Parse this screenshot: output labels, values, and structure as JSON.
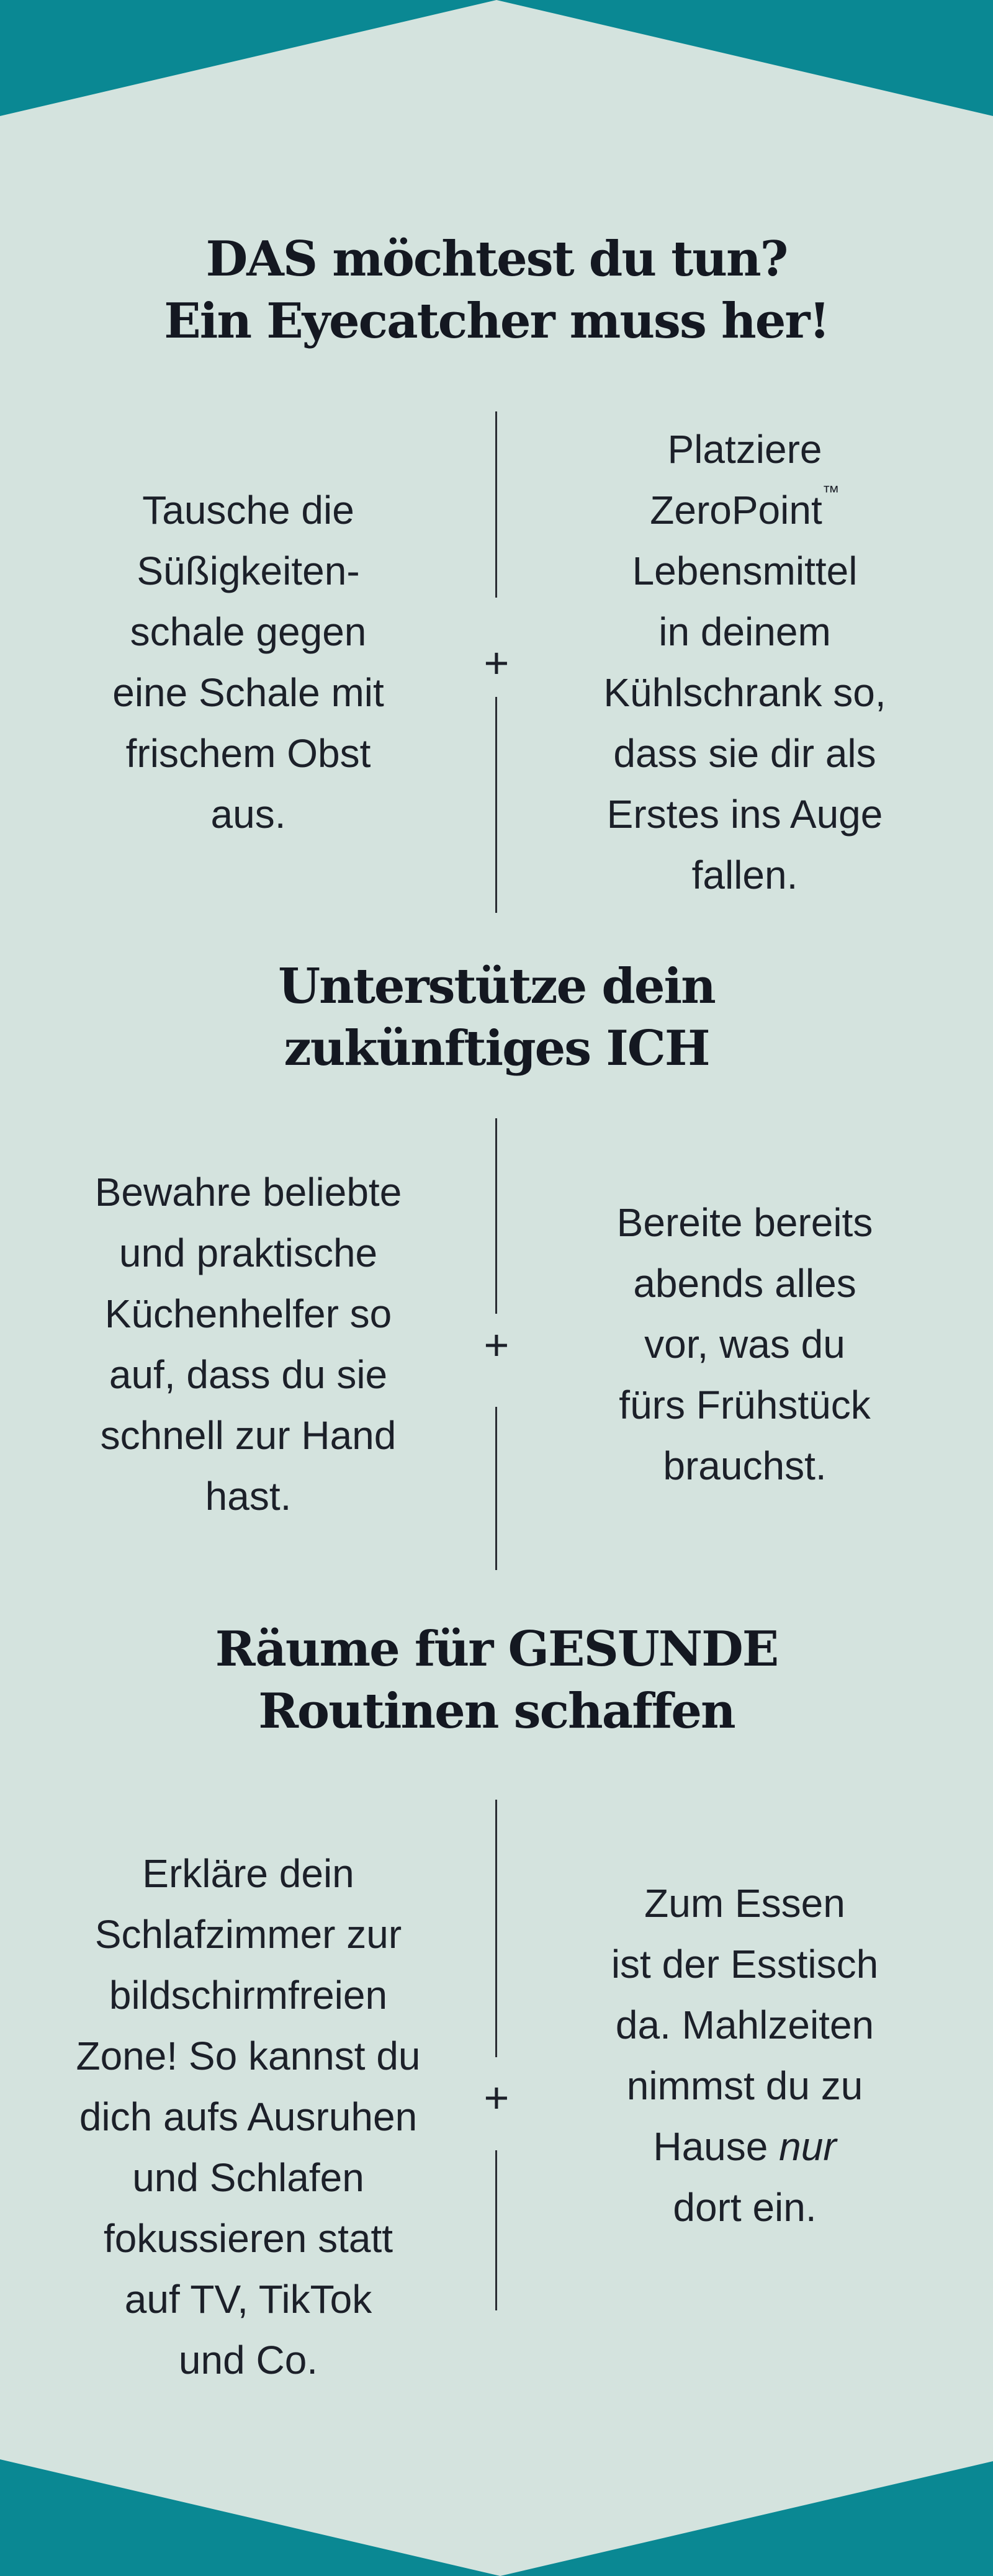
{
  "colors": {
    "background": "#d4e3de",
    "accent": "#0a8893",
    "text": "#141821"
  },
  "sections": [
    {
      "title": [
        "DAS möchtest du tun?",
        "Ein Eyecatcher muss her!"
      ],
      "left": [
        "Tausche die",
        "Süßigkeiten-",
        "schale gegen",
        "eine Schale mit",
        "frischem Obst",
        "aus."
      ],
      "right": [
        "Platziere",
        "ZeroPoint",
        "Lebensmittel",
        "in deinem",
        "Kühlschrank so,",
        "dass sie dir als",
        "Erstes ins Auge",
        "fallen."
      ],
      "trademark": "™",
      "separator": "+"
    },
    {
      "title": [
        "Unterstütze dein",
        "zukünftiges ICH"
      ],
      "left": [
        "Bewahre beliebte",
        "und praktische",
        "Küchenhelfer so",
        "auf, dass du sie",
        "schnell zur Hand",
        "hast."
      ],
      "right": [
        "Bereite bereits",
        "abends alles",
        "vor, was du",
        "fürs Frühstück",
        "brauchst."
      ],
      "separator": "+"
    },
    {
      "title": [
        "Räume für GESUNDE",
        "Routinen schaffen"
      ],
      "left": [
        "Erkläre dein",
        "Schlafzimmer zur",
        "bildschirmfreien",
        "Zone! So kannst du",
        "dich aufs Ausruhen",
        "und Schlafen",
        "fokussieren statt",
        "auf TV, TikTok",
        "und Co."
      ],
      "right": [
        "Zum Essen",
        "ist der Esstisch",
        "da. Mahlzeiten",
        "nimmst du zu",
        "Hause ",
        "dort ein."
      ],
      "right_emphasis": "nur",
      "separator": "+"
    }
  ]
}
